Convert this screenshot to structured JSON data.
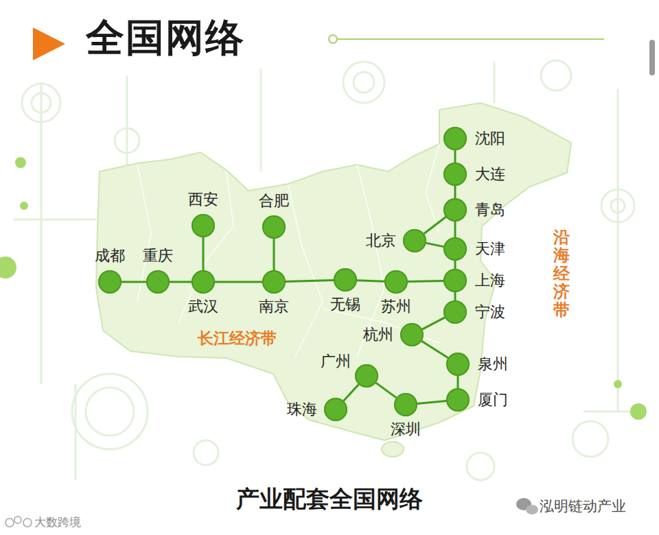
{
  "diagram": {
    "title": "全国网络",
    "caption": "产业配套全国网络",
    "nodes": [
      {
        "text": [
          "沈阳"
        ]
      },
      {
        "text": [
          "大连"
        ]
      },
      {
        "text": [
          "青岛"
        ]
      },
      {
        "text": [
          "西安"
        ]
      },
      {
        "text": [
          "合肥"
        ]
      },
      {
        "text": [
          "成都"
        ]
      },
      {
        "text": [
          "重庆"
        ]
      },
      {
        "text": [
          "北京"
        ]
      },
      {
        "text": [
          "天津"
        ]
      },
      {
        "text": [
          "武汉"
        ]
      },
      {
        "text": [
          "南京"
        ]
      },
      {
        "text": [
          "无锡"
        ]
      },
      {
        "text": [
          "苏州"
        ]
      },
      {
        "text": [
          "上海"
        ]
      },
      {
        "text": [
          "宁波"
        ]
      },
      {
        "text": [
          "杭州"
        ]
      },
      {
        "text": [
          "泉州"
        ]
      },
      {
        "text": [
          "广州"
        ]
      },
      {
        "text": [
          "珠海"
        ]
      },
      {
        "text": [
          "深圳"
        ]
      },
      {
        "text": [
          "厦门"
        ]
      }
    ],
    "edges": [
      {
        "from": 0,
        "to": 1,
        "arrow": "none"
      },
      {
        "from": 1,
        "to": 2,
        "arrow": "none"
      },
      {
        "from": 2,
        "to": 7,
        "arrow": "none"
      },
      {
        "from": 2,
        "to": 8,
        "arrow": "none"
      },
      {
        "from": 7,
        "to": 8,
        "arrow": "none"
      },
      {
        "from": 8,
        "to": 13,
        "arrow": "none"
      },
      {
        "from": 13,
        "to": 14,
        "arrow": "none"
      },
      {
        "from": 14,
        "to": 15,
        "arrow": "none"
      },
      {
        "from": 15,
        "to": 16,
        "arrow": "none"
      },
      {
        "from": 16,
        "to": 20,
        "arrow": "none"
      },
      {
        "from": 20,
        "to": 19,
        "arrow": "none"
      },
      {
        "from": 19,
        "to": 17,
        "arrow": "none"
      },
      {
        "from": 17,
        "to": 18,
        "arrow": "none"
      },
      {
        "from": 5,
        "to": 6,
        "arrow": "none"
      },
      {
        "from": 6,
        "to": 9,
        "arrow": "none"
      },
      {
        "from": 3,
        "to": 9,
        "arrow": "none"
      },
      {
        "from": 9,
        "to": 10,
        "arrow": "none"
      },
      {
        "from": 4,
        "to": 10,
        "arrow": "none"
      },
      {
        "from": 10,
        "to": 11,
        "arrow": "none"
      },
      {
        "from": 11,
        "to": 12,
        "arrow": "none"
      },
      {
        "from": 12,
        "to": 13,
        "arrow": "none"
      }
    ],
    "labels": [
      "长江经济带",
      "沿海经济带",
      "大数跨境",
      "泓明链动产业"
    ]
  }
}
